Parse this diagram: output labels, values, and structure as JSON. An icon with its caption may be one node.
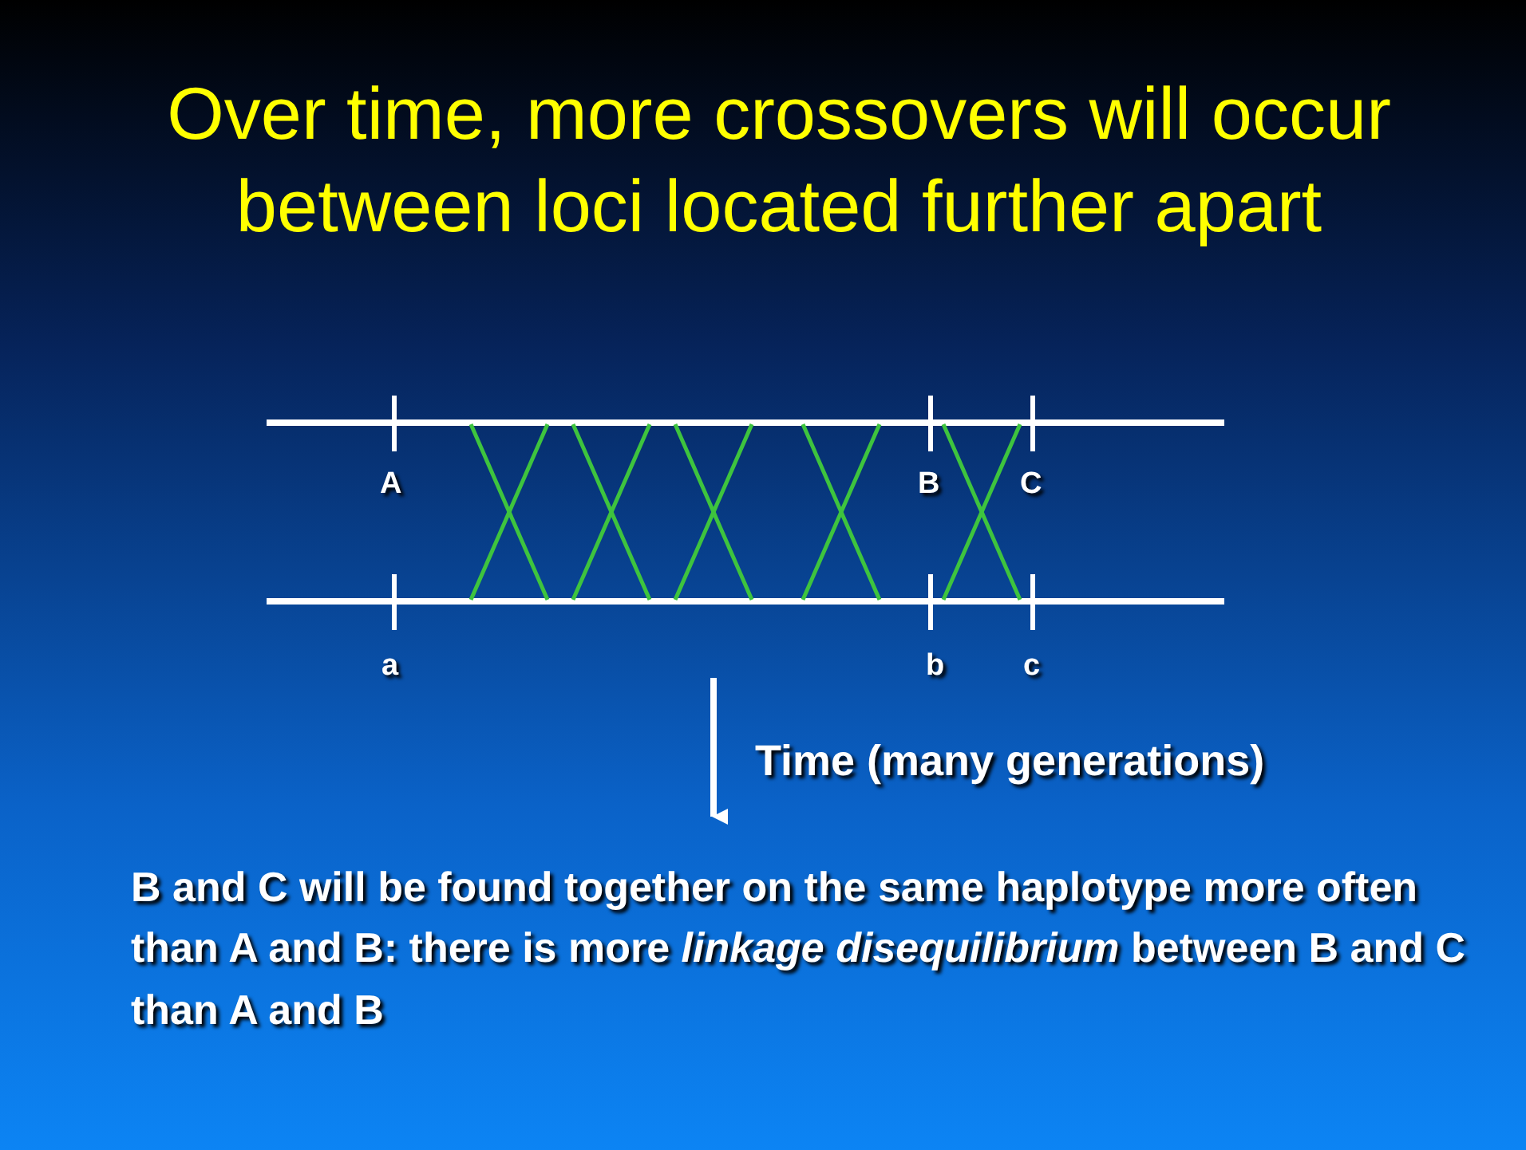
{
  "diagram": {
    "title": "Over time, more crossovers will occur between loci located further apart",
    "labels": [
      "A",
      "B",
      "C",
      "a",
      "b",
      "c",
      "Time (many generations)",
      "B and C will be found together on the same haplotype more often than A and B: there is more *linkage disequilibrium* between B and C than A and B"
    ]
  }
}
